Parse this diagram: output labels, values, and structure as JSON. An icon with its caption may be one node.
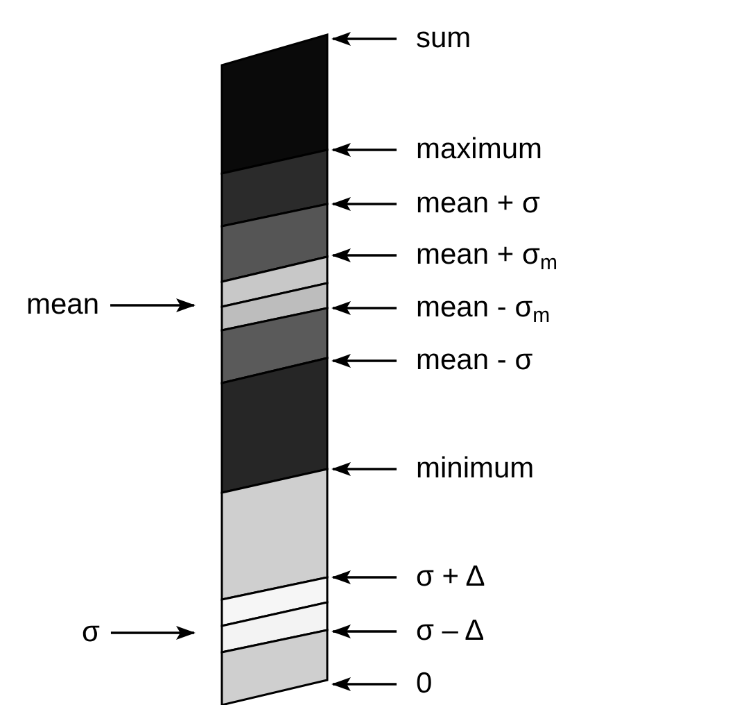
{
  "diagram": {
    "nodes": [
      {
        "text": [],
        "shape": "bar"
      },
      {
        "text": [
          "sum"
        ]
      },
      {
        "text": [
          "maximum"
        ]
      },
      {
        "text": [
          "mean + σ"
        ]
      },
      {
        "text": [
          "mean + σ$_{m}$"
        ]
      },
      {
        "text": [
          "mean"
        ]
      },
      {
        "text": [
          "mean - σ$_{m}$"
        ]
      },
      {
        "text": [
          "mean - σ"
        ]
      },
      {
        "text": [
          "minimum"
        ]
      },
      {
        "text": [
          "σ + Δ"
        ]
      },
      {
        "text": [
          "σ"
        ]
      },
      {
        "text": [
          "σ – Δ"
        ]
      },
      {
        "text": [
          "0"
        ]
      }
    ],
    "edges": [
      {
        "from": 1,
        "to": 0,
        "arrow": "to"
      },
      {
        "from": 2,
        "to": 0,
        "arrow": "to"
      },
      {
        "from": 3,
        "to": 0,
        "arrow": "to"
      },
      {
        "from": 4,
        "to": 0,
        "arrow": "to"
      },
      {
        "from": 5,
        "to": 0,
        "arrow": "to"
      },
      {
        "from": 6,
        "to": 0,
        "arrow": "to"
      },
      {
        "from": 7,
        "to": 0,
        "arrow": "to"
      },
      {
        "from": 8,
        "to": 0,
        "arrow": "to"
      },
      {
        "from": 9,
        "to": 0,
        "arrow": "to"
      },
      {
        "from": 10,
        "to": 0,
        "arrow": "to"
      },
      {
        "from": 11,
        "to": 0,
        "arrow": "to"
      },
      {
        "from": 12,
        "to": 0,
        "arrow": "to"
      }
    ]
  }
}
